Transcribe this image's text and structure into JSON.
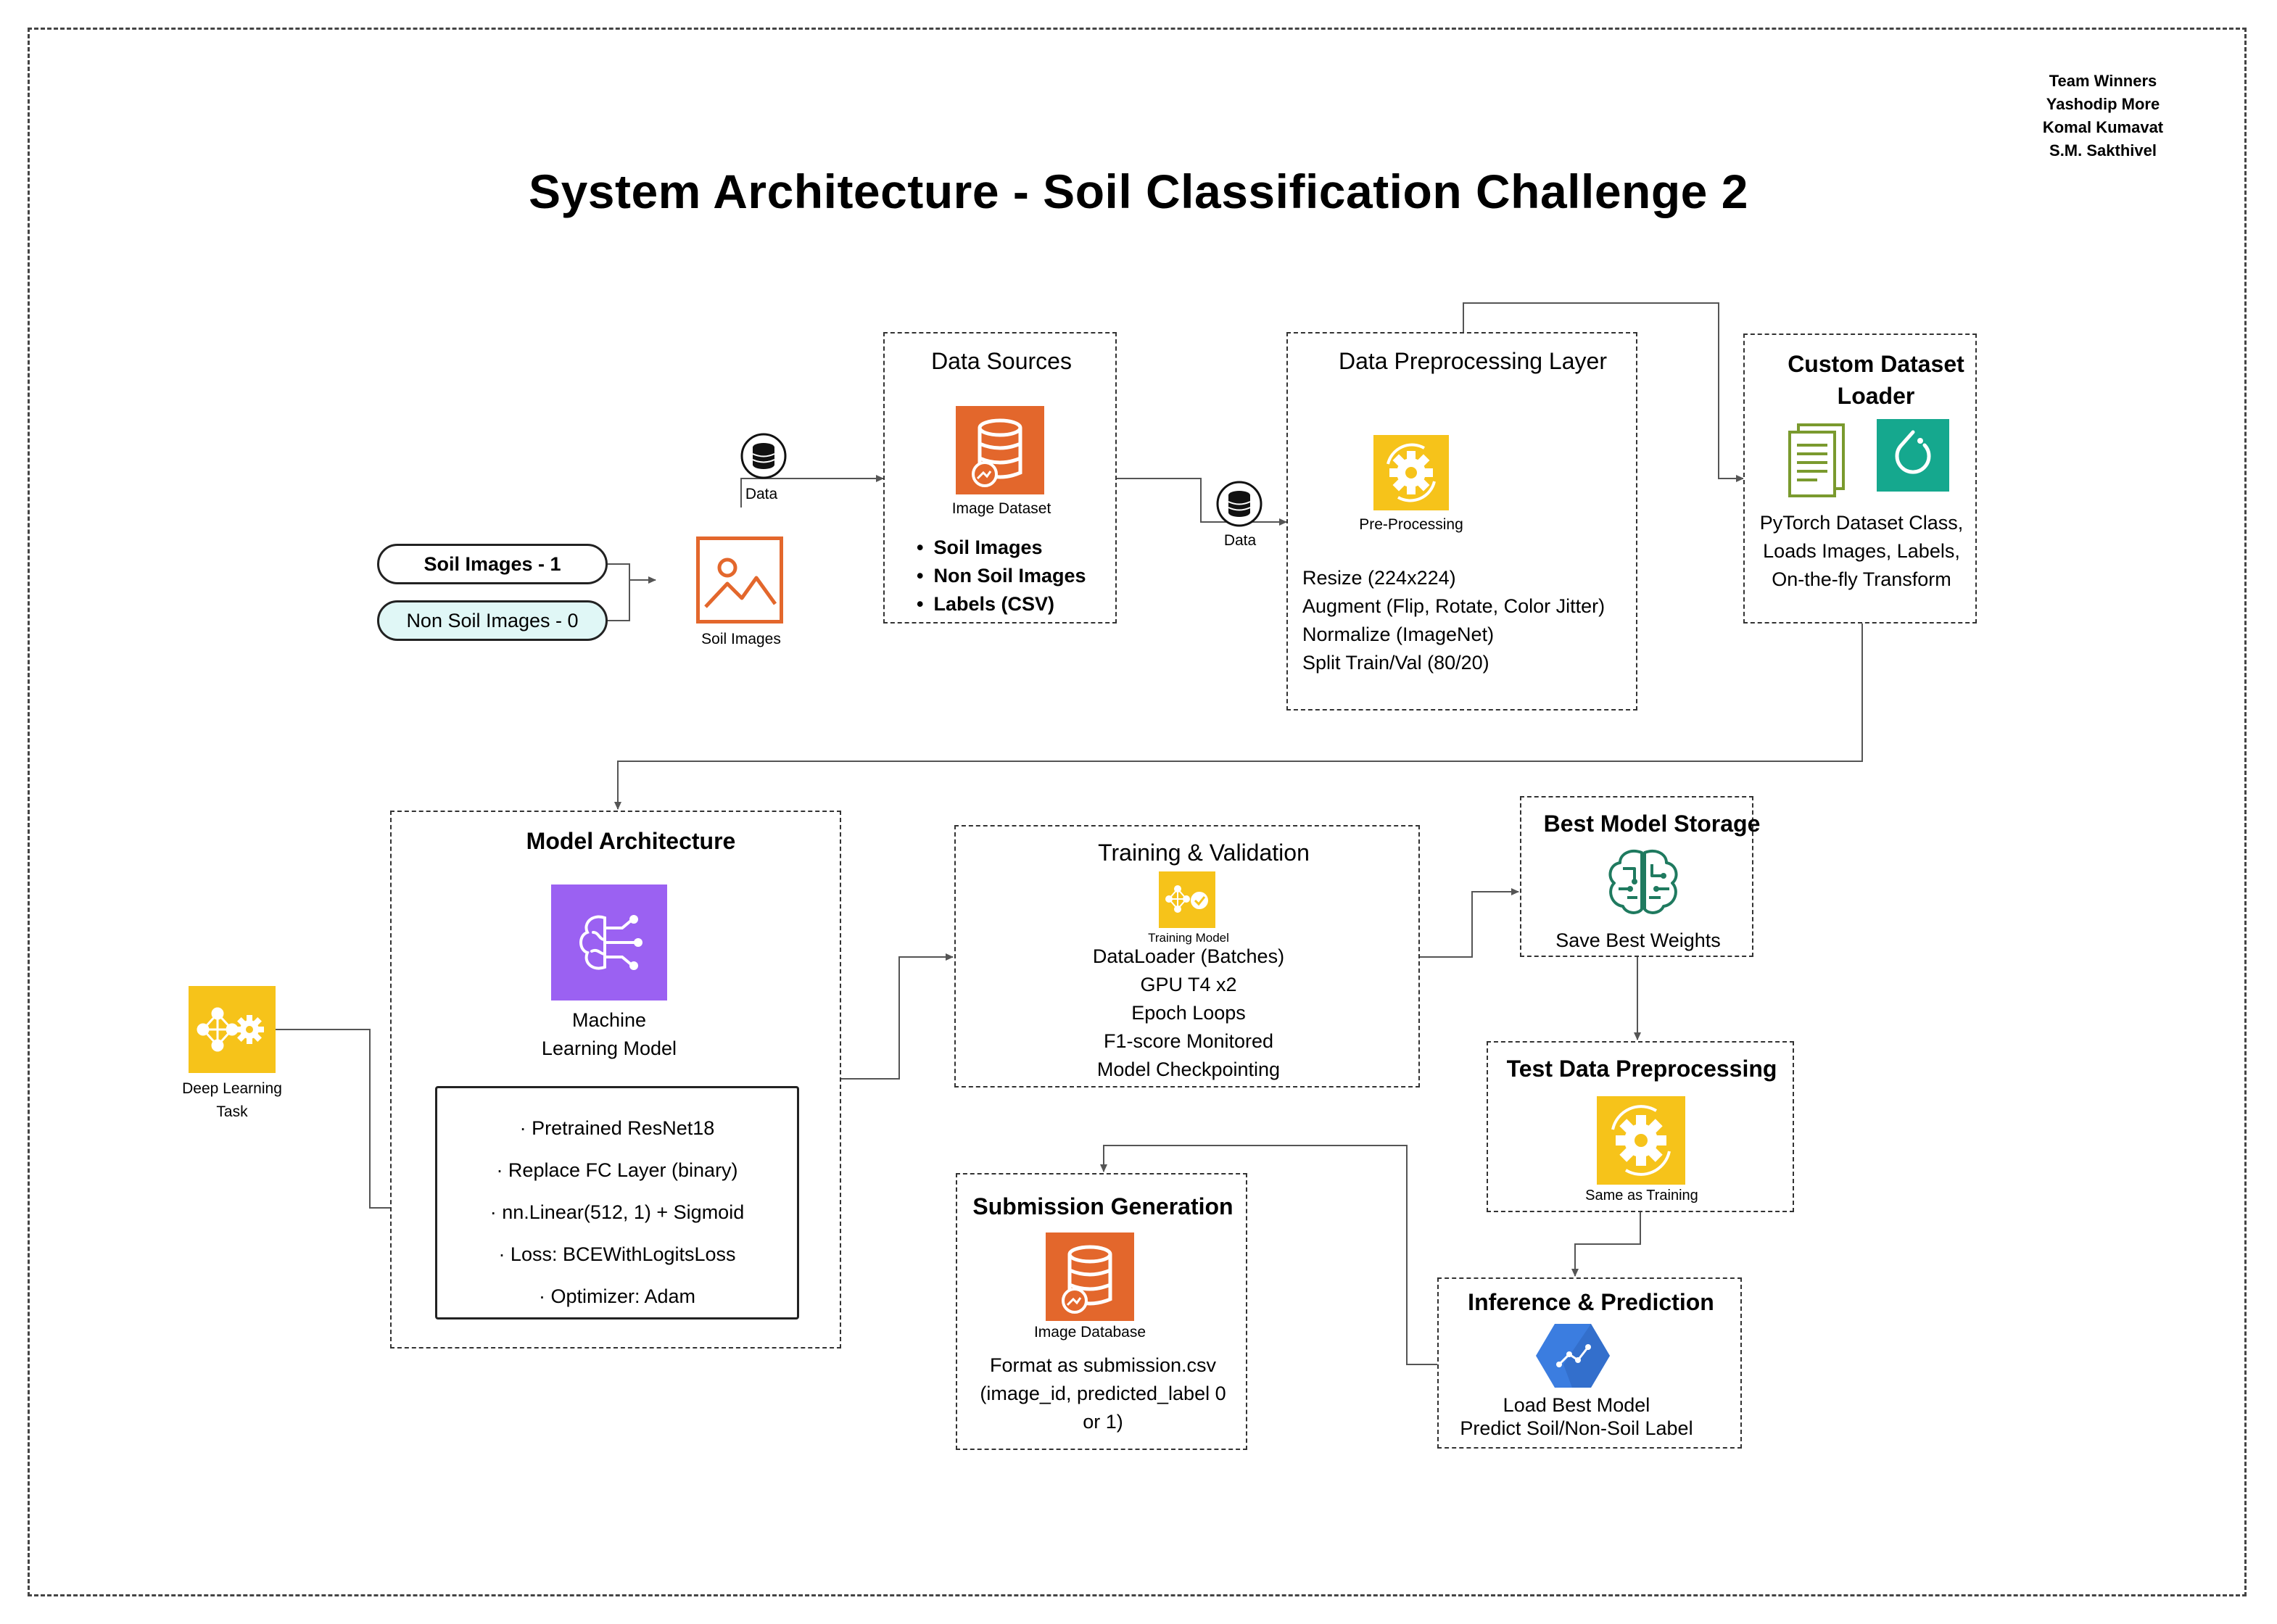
{
  "title": "System Architecture - Soil Classification Challenge 2",
  "team": [
    "Team Winners",
    "Yashodip More",
    "Komal Kumavat",
    "S.M. Sakthivel"
  ],
  "inputs": {
    "soil": "Soil Images - 1",
    "non_soil": "Non Soil Images - 0",
    "icon_label": "Soil Images",
    "edge_label": "Data"
  },
  "data_sources": {
    "title": "Data Sources",
    "icon_label": "Image Dataset",
    "items": [
      "Soil Images",
      "Non Soil Images",
      "Labels (CSV)"
    ]
  },
  "preprocessing": {
    "title": "Data Preprocessing Layer",
    "icon_label": "Pre-Processing",
    "edge_label": "Data",
    "steps": [
      "Resize (224x224)",
      "Augment (Flip, Rotate, Color Jitter)",
      "Normalize (ImageNet)",
      "Split Train/Val (80/20)"
    ]
  },
  "loader": {
    "title_line1": "Custom Dataset",
    "title_line2": "Loader",
    "desc": [
      "PyTorch Dataset Class,",
      "Loads Images, Labels,",
      "On-the-fly Transform"
    ]
  },
  "model": {
    "title": "Model Architecture",
    "icon_label_1": "Machine",
    "icon_label_2": "Learning Model",
    "items": [
      "· Pretrained ResNet18",
      "· Replace FC Layer (binary)",
      "· nn.Linear(512, 1) + Sigmoid",
      "· Loss: BCEWithLogitsLoss",
      "· Optimizer: Adam"
    ]
  },
  "dl_task": {
    "label_1": "Deep Learning",
    "label_2": "Task"
  },
  "training": {
    "title": "Training & Validation",
    "icon_label": "Training Model",
    "items": [
      "DataLoader (Batches)",
      "GPU T4 x2",
      "Epoch Loops",
      "F1-score Monitored",
      "Model Checkpointing"
    ]
  },
  "storage": {
    "title": "Best Model Storage",
    "desc": "Save Best Weights"
  },
  "test_prep": {
    "title": "Test Data Preprocessing",
    "icon_label": "Same as Training"
  },
  "inference": {
    "title": "Inference & Prediction",
    "desc_1": "Load Best Model",
    "desc_2": "Predict Soil/Non-Soil Label"
  },
  "submission": {
    "title": "Submission Generation",
    "icon_label": "Image Database",
    "desc": [
      "Format as submission.csv",
      "(image_id, predicted_label 0",
      "or 1)"
    ]
  },
  "colors": {
    "orange": "#E3672C",
    "yellow": "#F6C31A",
    "purple": "#9B61F2",
    "teal": "#15A88E",
    "green": "#7A9A2E",
    "blue": "#3B7DE0",
    "cyan_pill": "#E0F7F6",
    "brain_green": "#1F7A5F"
  }
}
